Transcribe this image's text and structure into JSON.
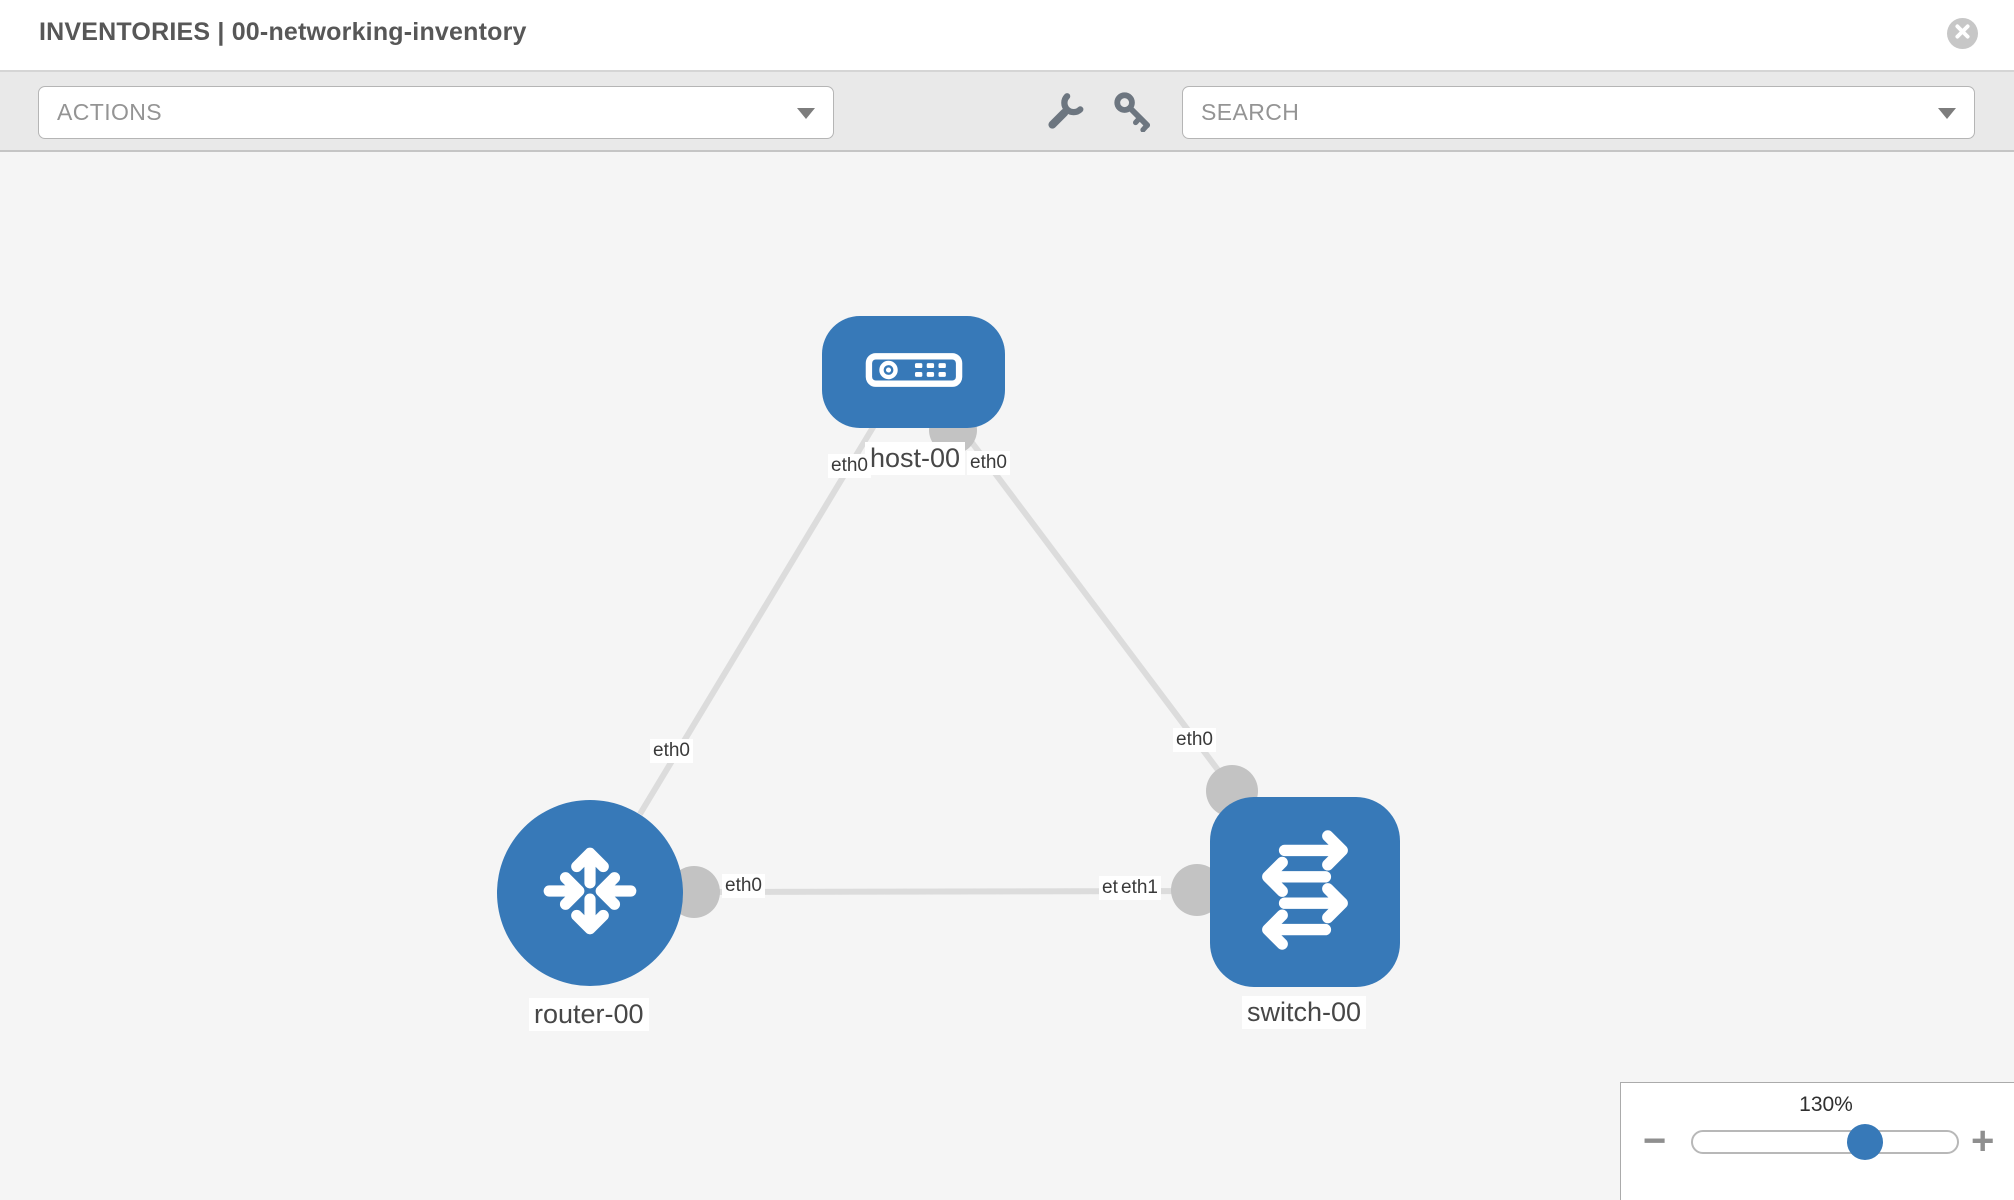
{
  "header": {
    "title": "INVENTORIES | 00-networking-inventory"
  },
  "toolbar": {
    "actions": {
      "label": "ACTIONS"
    },
    "search": {
      "placeholder": "SEARCH"
    },
    "tool_icons": [
      {
        "name": "wrench"
      },
      {
        "name": "key"
      }
    ]
  },
  "topology": {
    "nodes": [
      {
        "label": "host-00",
        "type": "host"
      },
      {
        "label": "router-00",
        "type": "router"
      },
      {
        "label": "switch-00",
        "type": "switch"
      }
    ],
    "links": [
      {
        "from": "host-00",
        "to": "router-00",
        "from_interface": "eth0",
        "to_interface": "eth0"
      },
      {
        "from": "host-00",
        "to": "switch-00",
        "from_interface": "eth0",
        "to_interface": "eth0"
      },
      {
        "from": "router-00",
        "to": "switch-00",
        "from_interface": "eth0",
        "to_interface": "eth1",
        "overlapped_interface": "eth0"
      }
    ]
  },
  "zoom_control": {
    "level": "130%",
    "minus_label": "−",
    "plus_label": "+",
    "slider_percent": 65
  },
  "colors": {
    "node_blue": "#3779b8",
    "connector_gray": "#c3c3c3",
    "edge_gray": "#dcdcdc"
  }
}
